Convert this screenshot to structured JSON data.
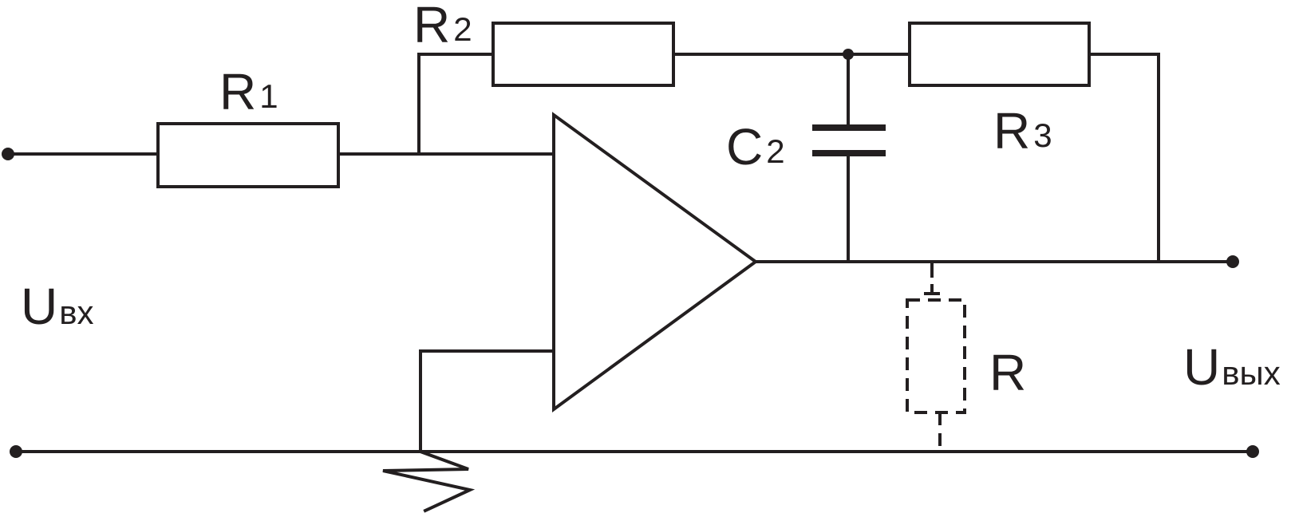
{
  "labels": {
    "r1": {
      "main": "R",
      "sub": "1"
    },
    "r2": {
      "main": "R",
      "sub": "2"
    },
    "r3": {
      "main": "R",
      "sub": "3"
    },
    "c2": {
      "main": "C",
      "sub": "2"
    },
    "r_load": {
      "main": "R"
    },
    "u_in": {
      "main": "U",
      "sub": "вх"
    },
    "u_out": {
      "main": "U",
      "sub": "вых"
    }
  },
  "colors": {
    "stroke": "#231f20",
    "background": "#ffffff"
  }
}
